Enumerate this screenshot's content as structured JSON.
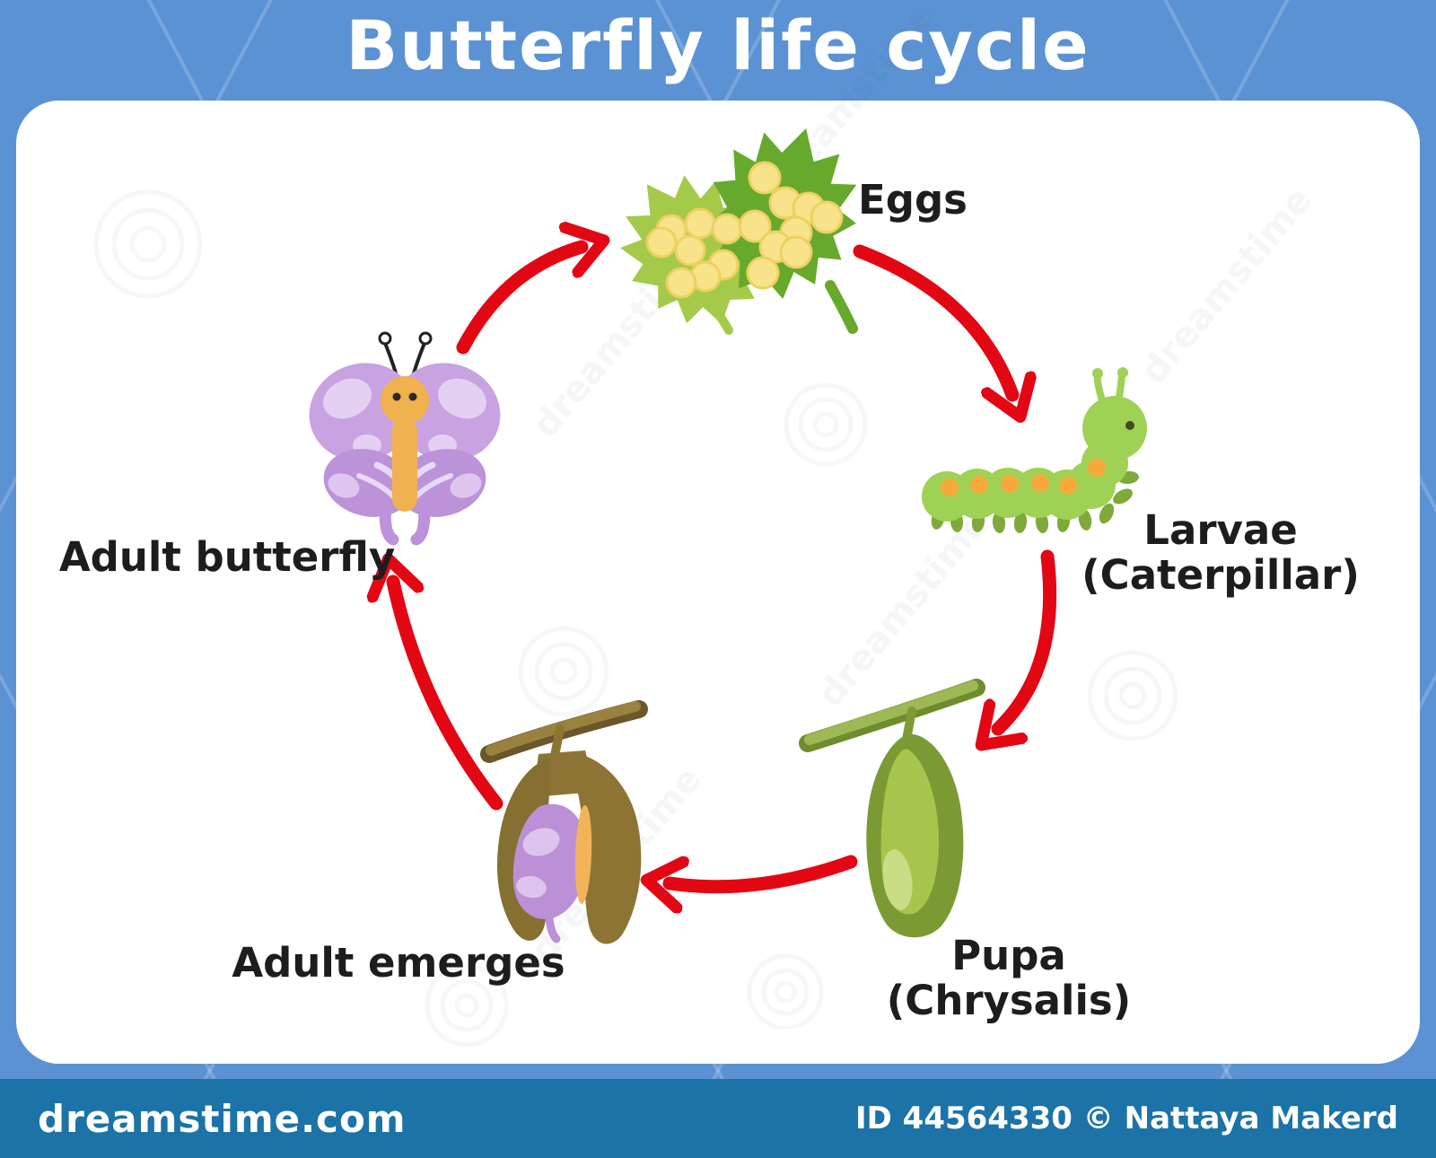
{
  "title": "Butterfly life cycle",
  "cycle_stages": [
    "Eggs",
    "Larvae (Caterpillar)",
    "Pupa (Chrysalis)",
    "Adult emerges",
    "Adult butterfly"
  ],
  "labels": {
    "eggs": "Eggs",
    "larvae_line1": "Larvae",
    "larvae_line2": "(Caterpillar)",
    "pupa_line1": "Pupa",
    "pupa_line2": "(Chrysalis)",
    "adult_emerges": "Adult emerges",
    "adult_butterfly": "Adult butterfly"
  },
  "watermark": {
    "brand": "dreamstime.com",
    "credit": "ID 44564330 © Nattaya Makerd",
    "pattern_text": "dreamstime"
  },
  "colors": {
    "frame_blue": "#5b92d4",
    "footer_blue": "#1c73a7",
    "arrow_red": "#e30613",
    "label_black": "#1d1d1d",
    "leaf_light_green": "#a5ca49",
    "leaf_dark_green": "#67a92d",
    "egg_yellow": "#f8e38a",
    "caterpillar_green": "#9fd155",
    "caterpillar_spot_orange": "#f5a93b",
    "pupa_olive": "#7b9a33",
    "pupa_light": "#a7c54d",
    "chrysalis_brown": "#8d7435",
    "butterfly_purple": "#c9a2e2",
    "butterfly_body_orange": "#f0b14f"
  }
}
